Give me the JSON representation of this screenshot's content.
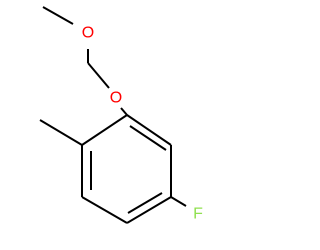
{
  "molecule": {
    "atoms": {
      "oxygen_top": "O",
      "oxygen_ring": "O",
      "fluorine": "F"
    },
    "colors": {
      "bond": "#000000",
      "oxygen": "#ff0000",
      "fluorine": "#90e050"
    }
  }
}
